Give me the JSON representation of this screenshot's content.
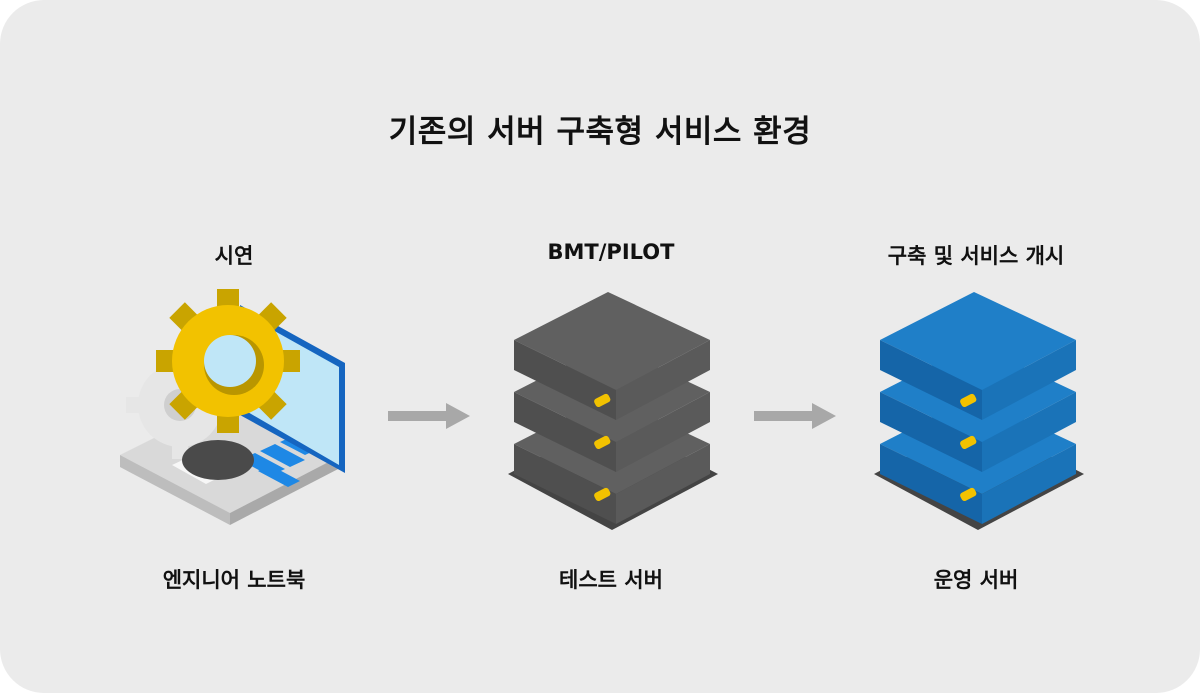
{
  "title": "기존의 서버 구축형 서비스 환경",
  "stages": [
    {
      "label": "시연",
      "caption": "엔지니어 노트북",
      "icon": "laptop-gear-icon"
    },
    {
      "label": "BMT/PILOT",
      "caption": "테스트 서버",
      "icon": "gray-server-icon"
    },
    {
      "label": "구축 및 서비스 개시",
      "caption": "운영 서버",
      "icon": "blue-server-icon"
    }
  ],
  "colors": {
    "background": "#ebebeb",
    "gear_yellow": "#f2c200",
    "laptop_blue": "#1e88e5",
    "server_gray": "#555555",
    "server_blue": "#1a73b8",
    "arrow": "#a8a8a8"
  }
}
